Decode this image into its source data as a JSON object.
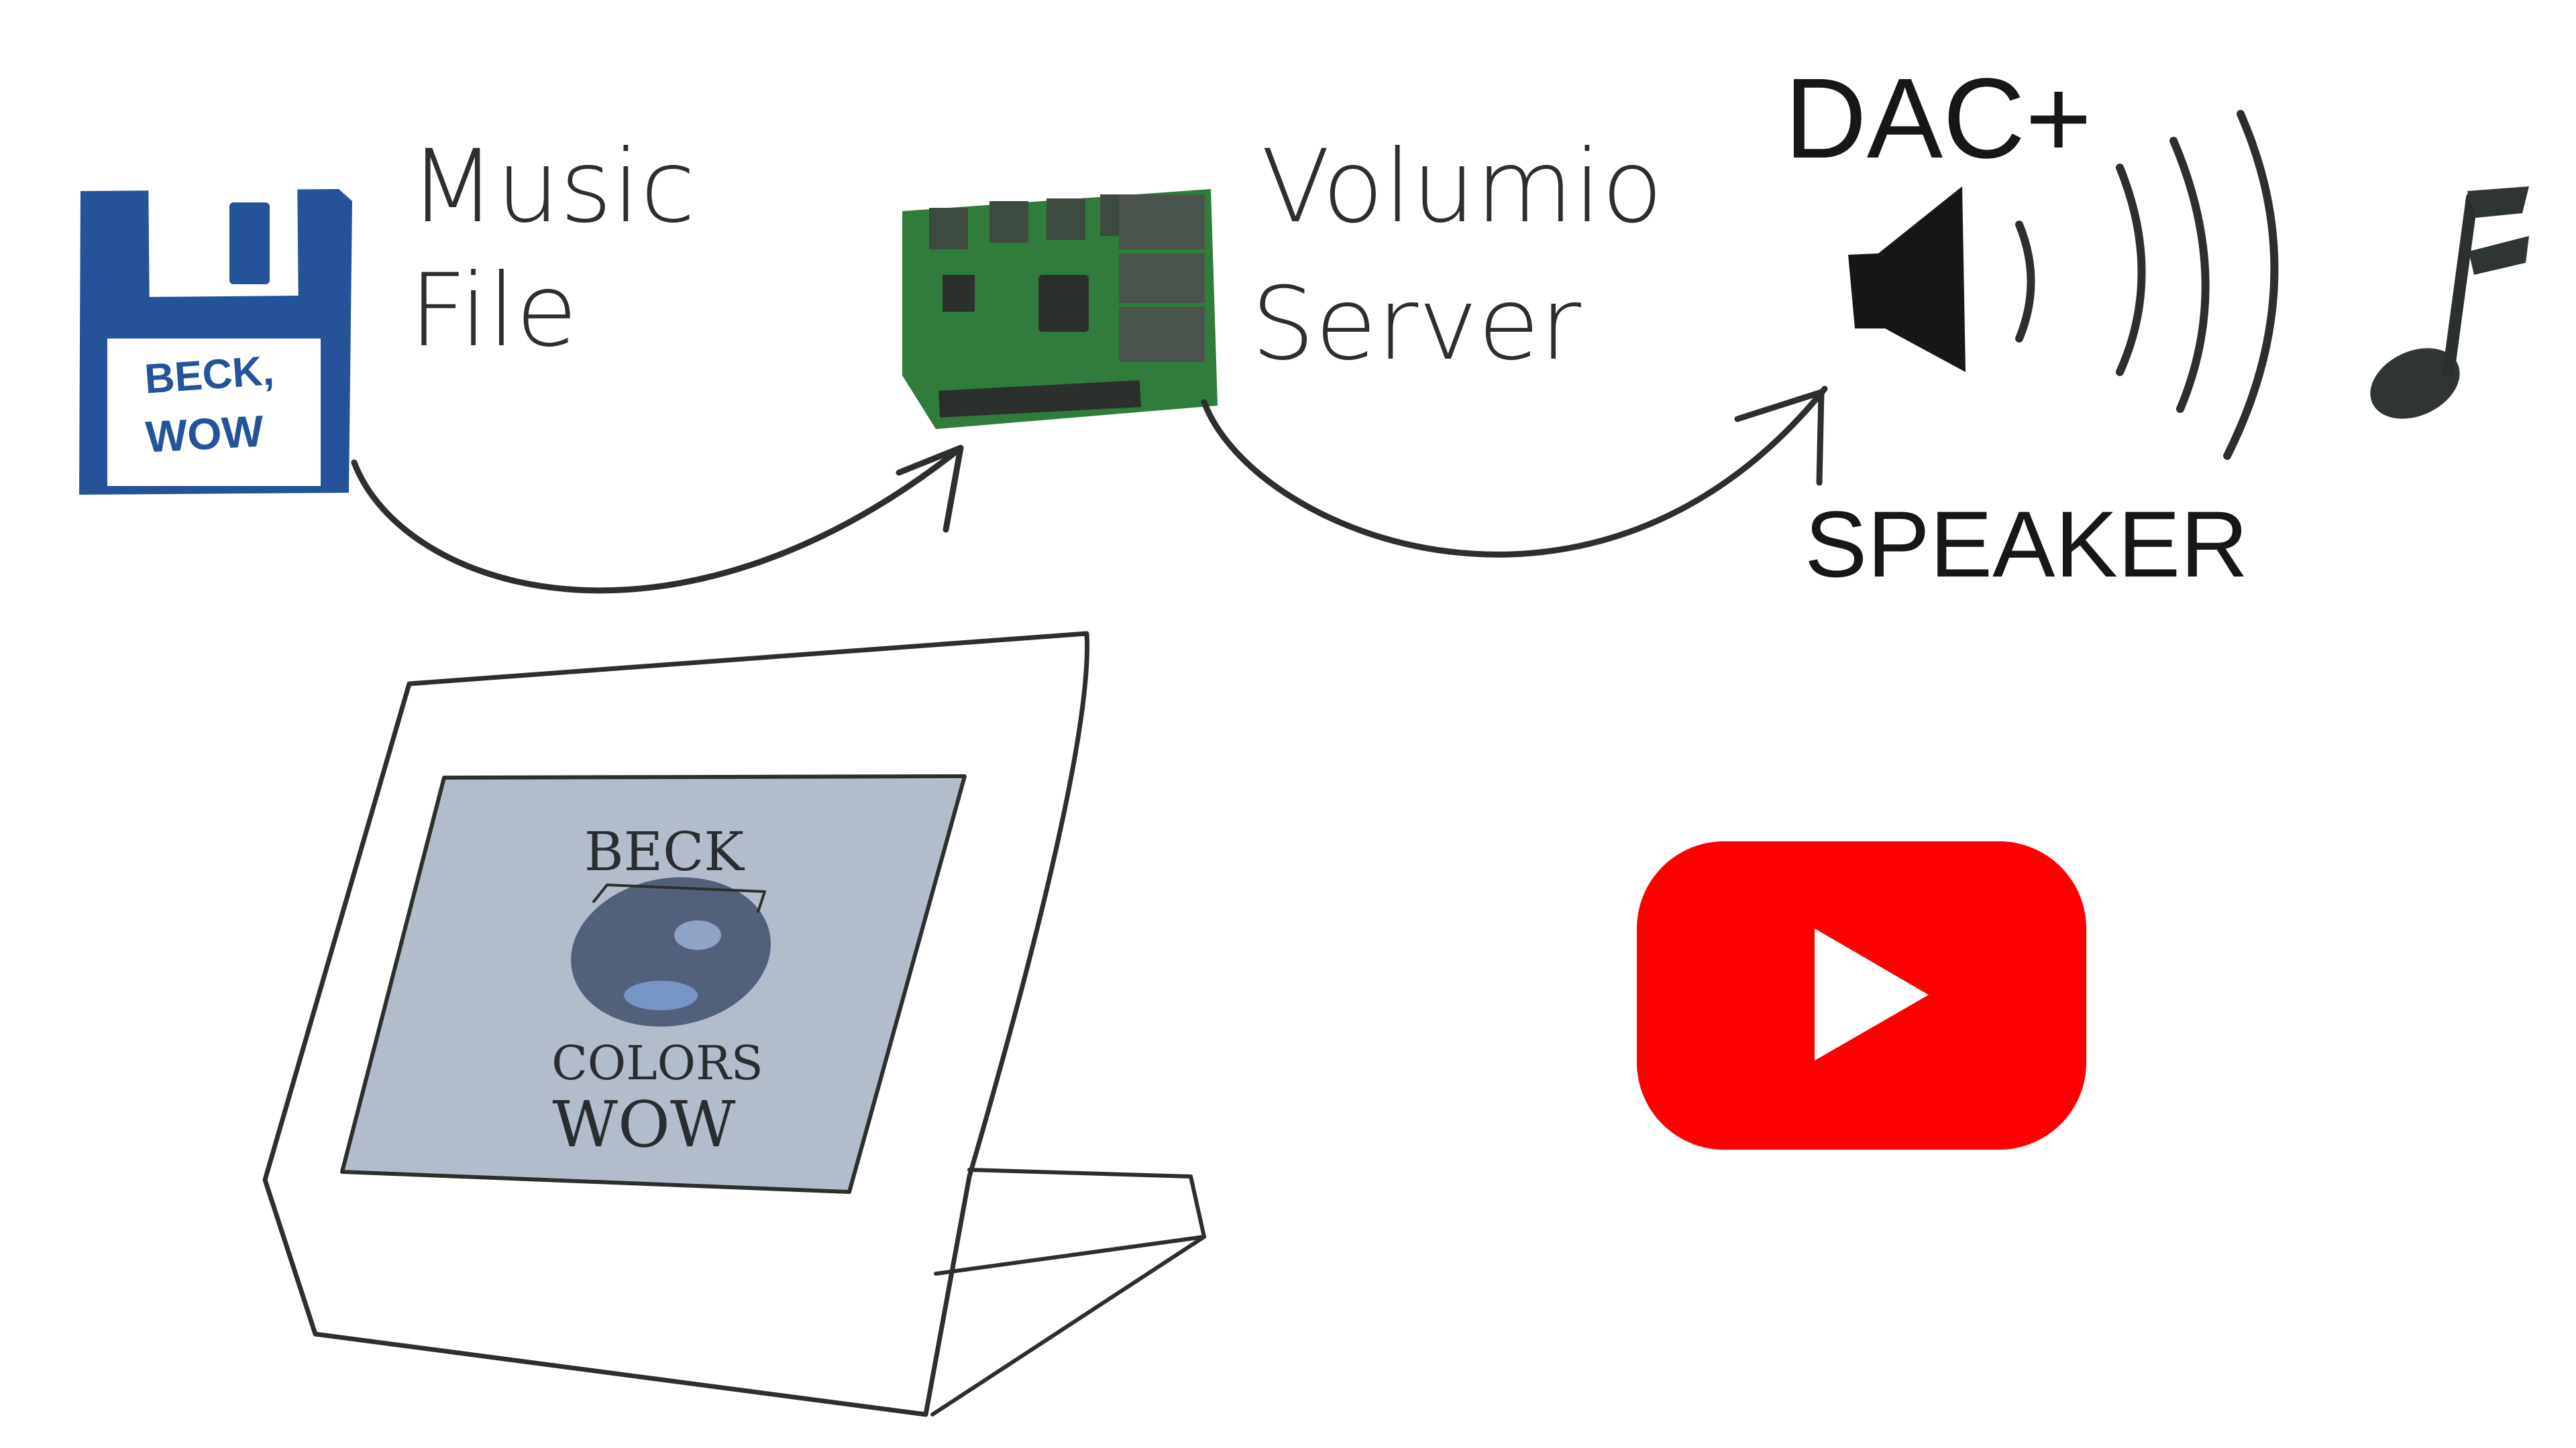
{
  "labels": {
    "music_file_line1": "Music",
    "music_file_line2": "File",
    "volumio_line1": "Volumio",
    "volumio_line2": "Server",
    "dac": "DAC+",
    "speaker": "SPEAKER"
  },
  "floppy": {
    "label_line1": "BECK,",
    "label_line2": "WOW"
  },
  "tablet_screen": {
    "line1": "BECK",
    "line2": "COLORS",
    "line3": "WOW"
  },
  "icons": {
    "floppy": "floppy-disk-icon",
    "board": "raspberry-pi-board-icon",
    "speaker": "speaker-icon",
    "note": "music-note-icon",
    "tablet": "touchscreen-stand-icon",
    "youtube": "youtube-play-icon"
  },
  "colors": {
    "floppy_blue": "#24539a",
    "board_green": "#2e7d3a",
    "screen_gray": "#b3bccb",
    "youtube_red": "#ff0000",
    "ink": "#2c302c"
  }
}
